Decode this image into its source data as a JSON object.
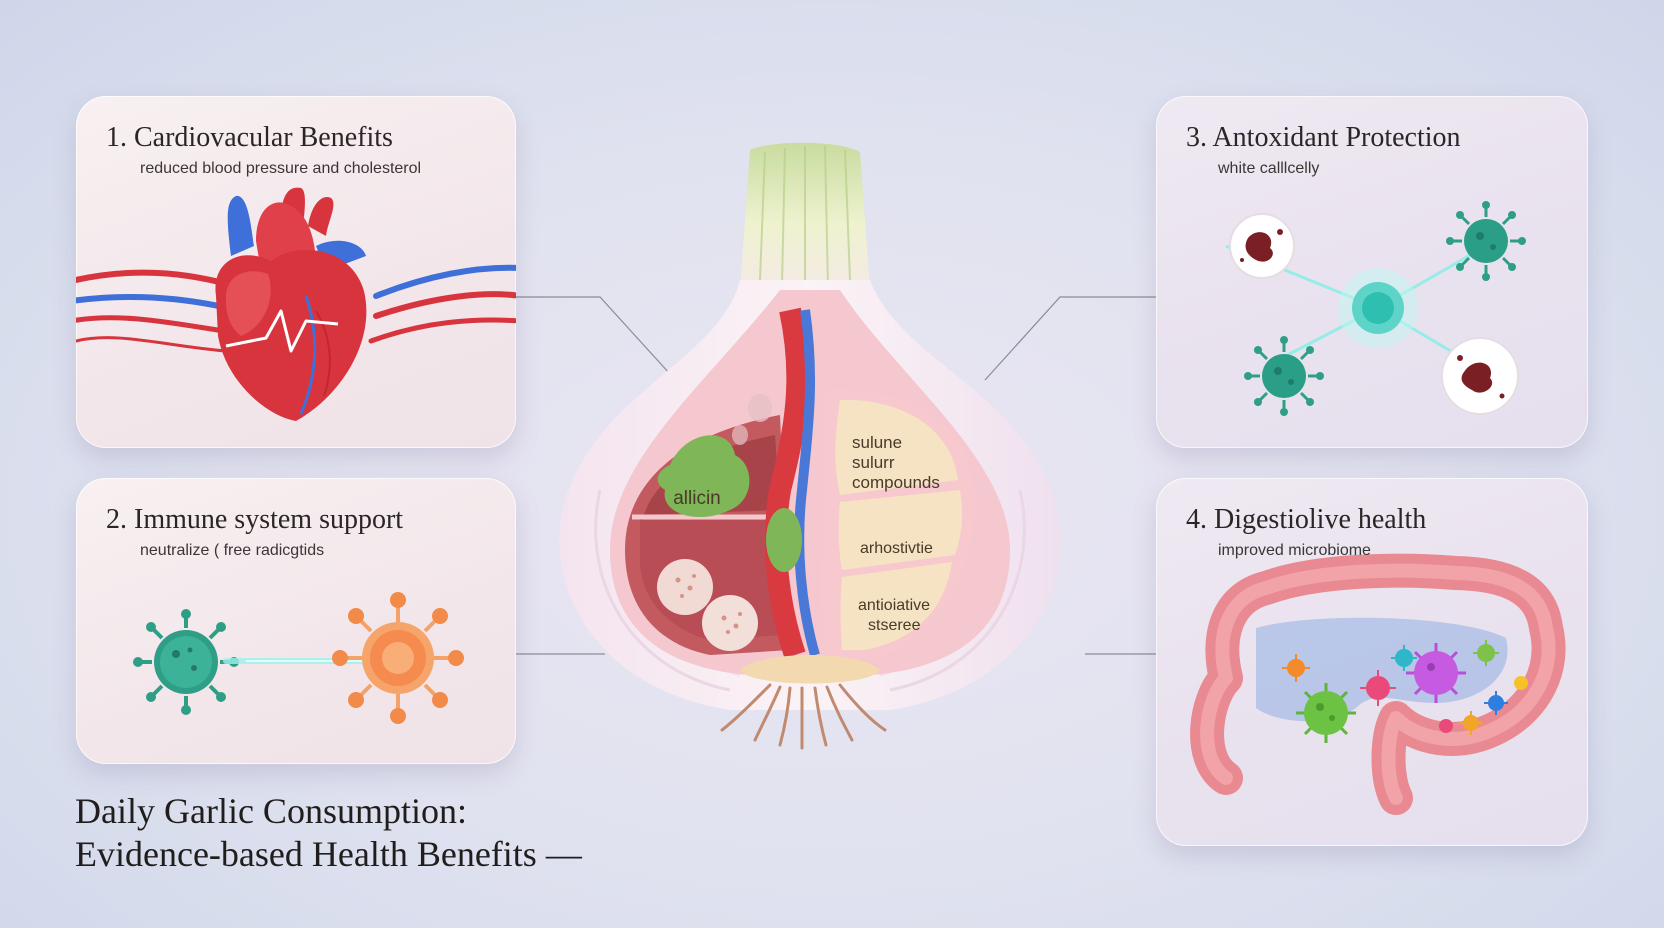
{
  "title": {
    "line1": "Daily Garlic Consumption:",
    "line2": "Evidence-based Health Benefits —"
  },
  "cards": [
    {
      "title": "1. Cardiovacular Benefits",
      "subtitle": "reduced blood pressure and cholesterol"
    },
    {
      "title": "2. Immune system support",
      "subtitle": "neutralize ( free radicgtids"
    },
    {
      "title": "3. Antoxidant Protection",
      "subtitle": "white calllcelly"
    },
    {
      "title": "4. Digestiolive health",
      "subtitle": "improved microbiome"
    }
  ],
  "garlic": {
    "allicin_label": "allicin",
    "compounds_label": [
      "sulune",
      "sulurr",
      "compounds"
    ],
    "middle_label": "arhostivtie",
    "bottom_label": [
      "antioiative",
      "stseree"
    ]
  },
  "colors": {
    "heart_red": "#d8343e",
    "vein_blue": "#3f6fd8",
    "virus_teal": "#2f9e86",
    "cell_orange": "#f28a4a",
    "intestine_pink": "#e98a92",
    "garlic_flesh": "#f5e3c4",
    "allicin_green": "#7fb657"
  },
  "icons": [
    "heart-icon",
    "virus-icon",
    "immune-cell-icon",
    "free-radical-icon",
    "intestine-icon",
    "microbe-icon",
    "garlic-bulb-icon"
  ]
}
